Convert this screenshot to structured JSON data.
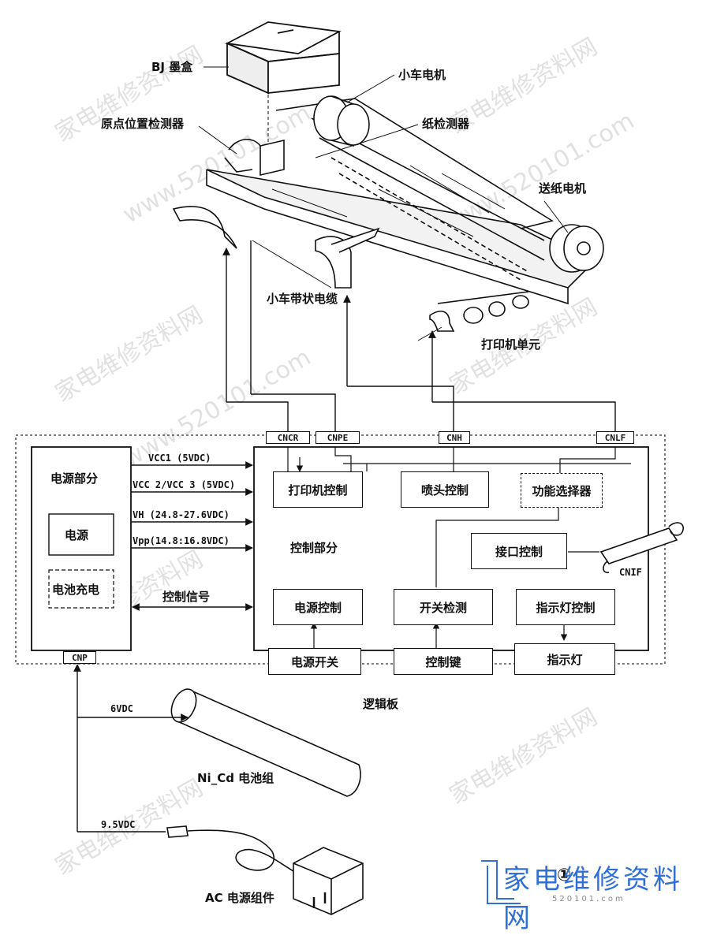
{
  "labels": {
    "ink_cartridge": "BJ 墨盒",
    "carriage_motor": "小车电机",
    "home_sensor": "原点位置检测器",
    "paper_sensor": "纸检测器",
    "feed_motor": "送纸电机",
    "carriage_ribbon": "小车带状电缆",
    "printer_unit": "打印机单元",
    "logic_board": "逻辑板",
    "battery": "Ni_Cd 电池组",
    "ac_adapter": "AC 电源组件",
    "v_6vdc": "6VDC",
    "v_95vdc": "9.5VDC",
    "control_section": "控制部分",
    "circled_num": "①"
  },
  "power_section": {
    "title": "电源部分",
    "power_supply": "电源",
    "battery_charge": "电池充电"
  },
  "rails": {
    "vcc1": "VCC1 (5VDC)",
    "vcc23": "VCC 2/VCC 3 (5VDC)",
    "vh": "VH (24.8-27.6VDC)",
    "vpp": "Vpp(14.8:16.8VDC)",
    "control_signal": "控制信号"
  },
  "blocks": {
    "printer_control": "打印机控制",
    "head_control": "喷头控制",
    "function_selector": "功能选择器",
    "interface_control": "接口控制",
    "power_control": "电源控制",
    "switch_detect": "开关检测",
    "indicator_control": "指示灯控制",
    "power_switch": "电源开关",
    "control_keys": "控制键",
    "indicator": "指示灯"
  },
  "connectors": {
    "cncr": "CNCR",
    "cnpe": "CNPE",
    "cnh": "CNH",
    "cnlf": "CNLF",
    "cnp": "CNP",
    "cnif": "CNIF"
  },
  "watermark": {
    "cn": "家电维修资料网",
    "url": "www.520101.com",
    "logo": "家电维修资料网",
    "logo_url": "520101.com"
  }
}
